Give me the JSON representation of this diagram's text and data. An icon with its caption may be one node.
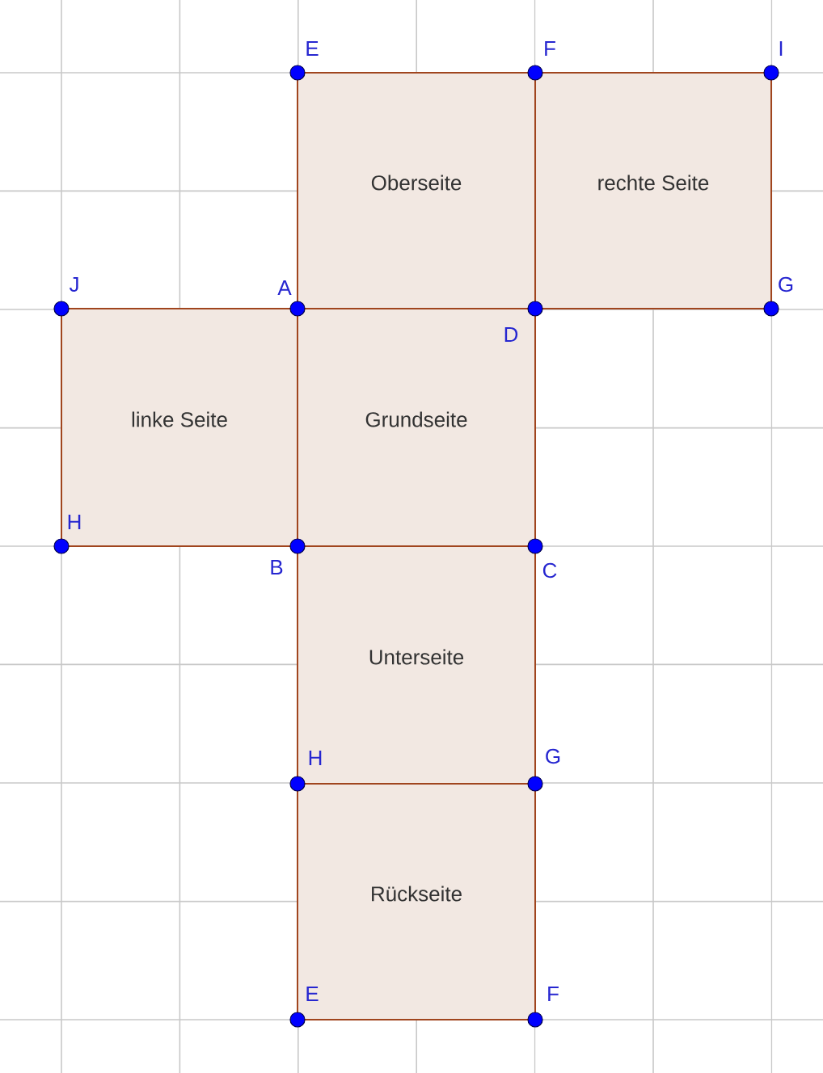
{
  "diagram": {
    "nodes": [
      {
        "text": [
          "Oberseite"
        ]
      },
      {
        "text": [
          "rechte Seite"
        ]
      },
      {
        "text": [
          "linke Seite"
        ]
      },
      {
        "text": [
          "Grundseite"
        ]
      },
      {
        "text": [
          "Unterseite"
        ]
      },
      {
        "text": [
          "Rückseite"
        ]
      }
    ],
    "labels": [
      "E",
      "F",
      "I",
      "J",
      "A",
      "G",
      "D",
      "H",
      "B",
      "C",
      "H",
      "G",
      "E",
      "F"
    ]
  }
}
